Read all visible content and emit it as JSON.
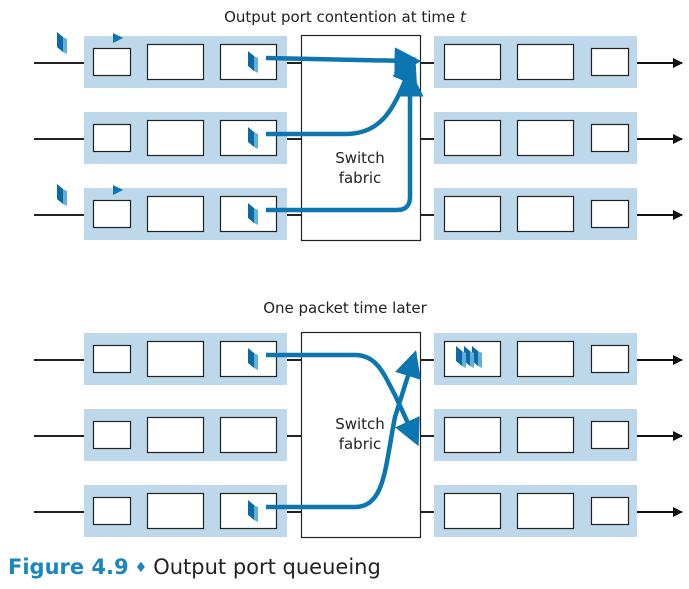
{
  "colors": {
    "port_band": "#bcd8ea",
    "flow": "#0b76b0",
    "packet": "#0b76b0",
    "caption_accent": "#1a86c0"
  },
  "panels": [
    {
      "title_prefix": "Output port contention at time ",
      "title_italic": "t",
      "fabric_line1": "Switch",
      "fabric_line2": "fabric",
      "input_ports": 3,
      "output_ports": 3,
      "arriving_packets_on_inputs": [
        1,
        3
      ],
      "head_packets_on_inputs": [
        1,
        2,
        3
      ],
      "flows": [
        {
          "from_input": 1,
          "to_output": 1
        },
        {
          "from_input": 2,
          "to_output": 1
        },
        {
          "from_input": 3,
          "to_output": 1
        }
      ],
      "queued_at_outputs": [
        0,
        0,
        0
      ]
    },
    {
      "title_prefix": "One packet time later",
      "title_italic": "",
      "fabric_line1": "Switch",
      "fabric_line2": "fabric",
      "input_ports": 3,
      "output_ports": 3,
      "arriving_packets_on_inputs": [],
      "head_packets_on_inputs": [
        1,
        3
      ],
      "flows": [
        {
          "from_input": 1,
          "to_output": 2
        },
        {
          "from_input": 3,
          "to_output": 1
        }
      ],
      "queued_at_outputs": [
        3,
        0,
        0
      ]
    }
  ],
  "caption": {
    "label": "Figure 4.9",
    "separator": "♦",
    "text": "Output port queueing"
  }
}
